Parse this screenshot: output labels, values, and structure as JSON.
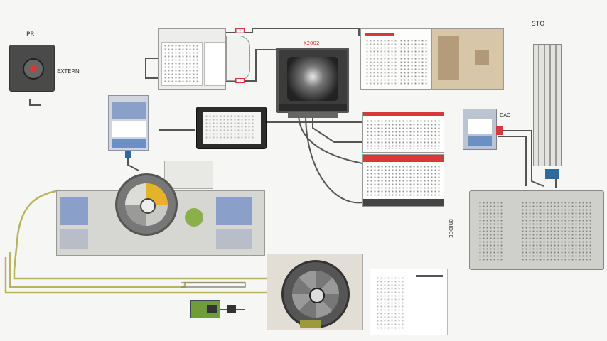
{
  "labels": {
    "top_left_title": "PR",
    "top_left_side": "EXTERN",
    "monitor_tag": "K2002",
    "right_device": "DAQ",
    "tower_label": "STO",
    "rack_side": "BRIDGE"
  },
  "colors": {
    "accent_red": "#d9373a",
    "wire_gray": "#555555",
    "wire_yellow": "#c9c26a",
    "panel_blue": "#6c8fc4",
    "housing_gray": "#c9c9c6"
  },
  "icons": {
    "gauge": "round-gauge-icon",
    "screen": "crt-monitor-icon",
    "turbine": "radial-turbine-icon"
  }
}
